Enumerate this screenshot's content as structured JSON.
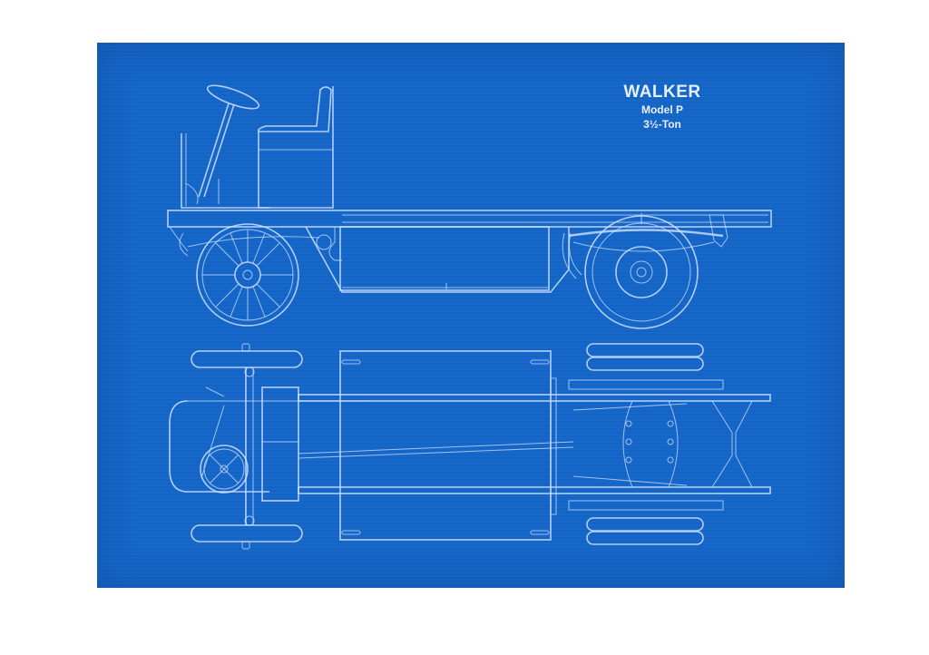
{
  "title": {
    "make": "WALKER",
    "model": "Model P",
    "capacity": "3½-Ton"
  },
  "drawing": {
    "type": "blueprint",
    "views": [
      "side-elevation",
      "plan-view"
    ],
    "colors": {
      "background": "#1466c8",
      "line": "#cfe2ff",
      "page": "#ffffff"
    }
  }
}
